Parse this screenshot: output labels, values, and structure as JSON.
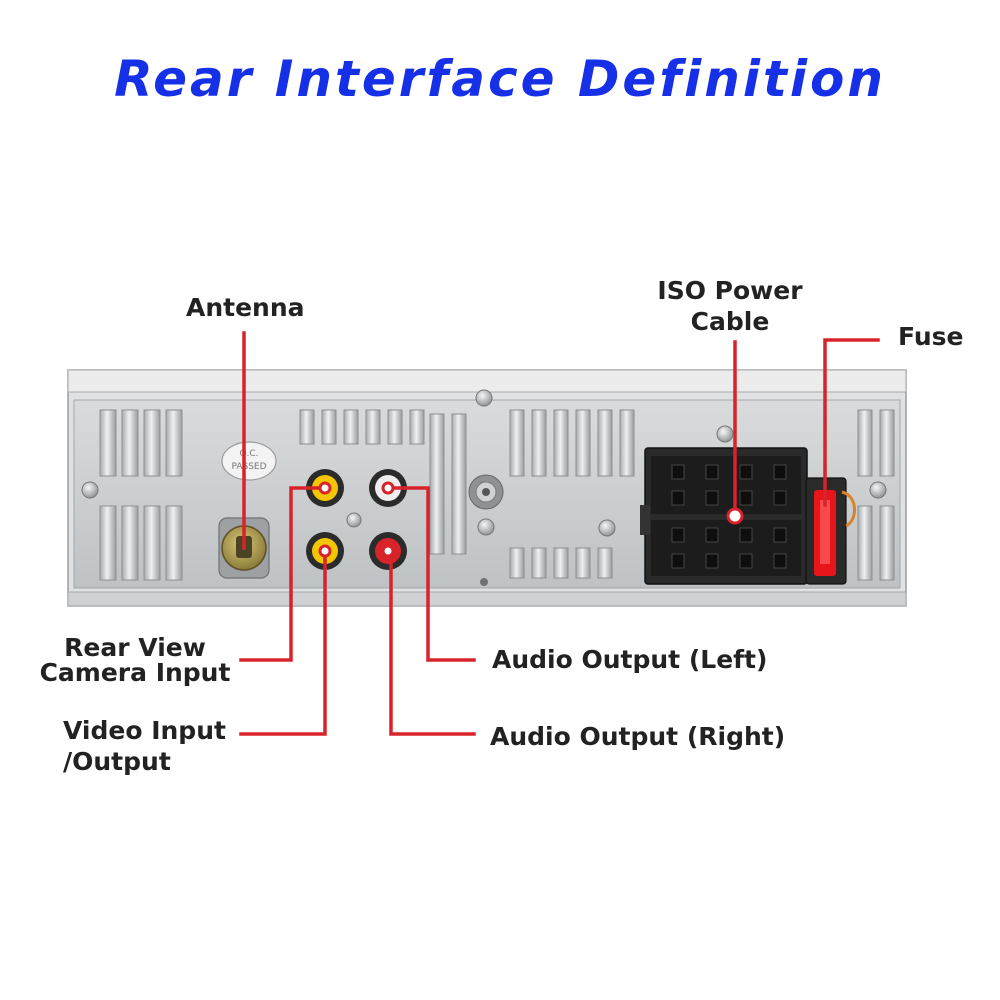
{
  "title": "Rear Interface Definition",
  "labels": {
    "antenna": "Antenna",
    "iso_power_line1": "ISO Power",
    "iso_power_line2": "Cable",
    "fuse": "Fuse",
    "rear_view_line1": "Rear View",
    "rear_view_line2": "Camera Input",
    "video_line1": "Video Input",
    "video_line2": "/Output",
    "audio_left": "Audio Output (Left)",
    "audio_right": "Audio Output (Right)"
  },
  "stamp": {
    "line1": "Q.C.",
    "line2": "PASSED"
  },
  "colors": {
    "title": "#1530e6",
    "leader_line": "#d8232a",
    "panel": "#c9ccce",
    "rca_yellow": "#f2c600",
    "rca_white": "#eeeeee",
    "rca_red": "#d8232a",
    "connector": "#2a2a2a",
    "fuse": "#e8151b"
  }
}
